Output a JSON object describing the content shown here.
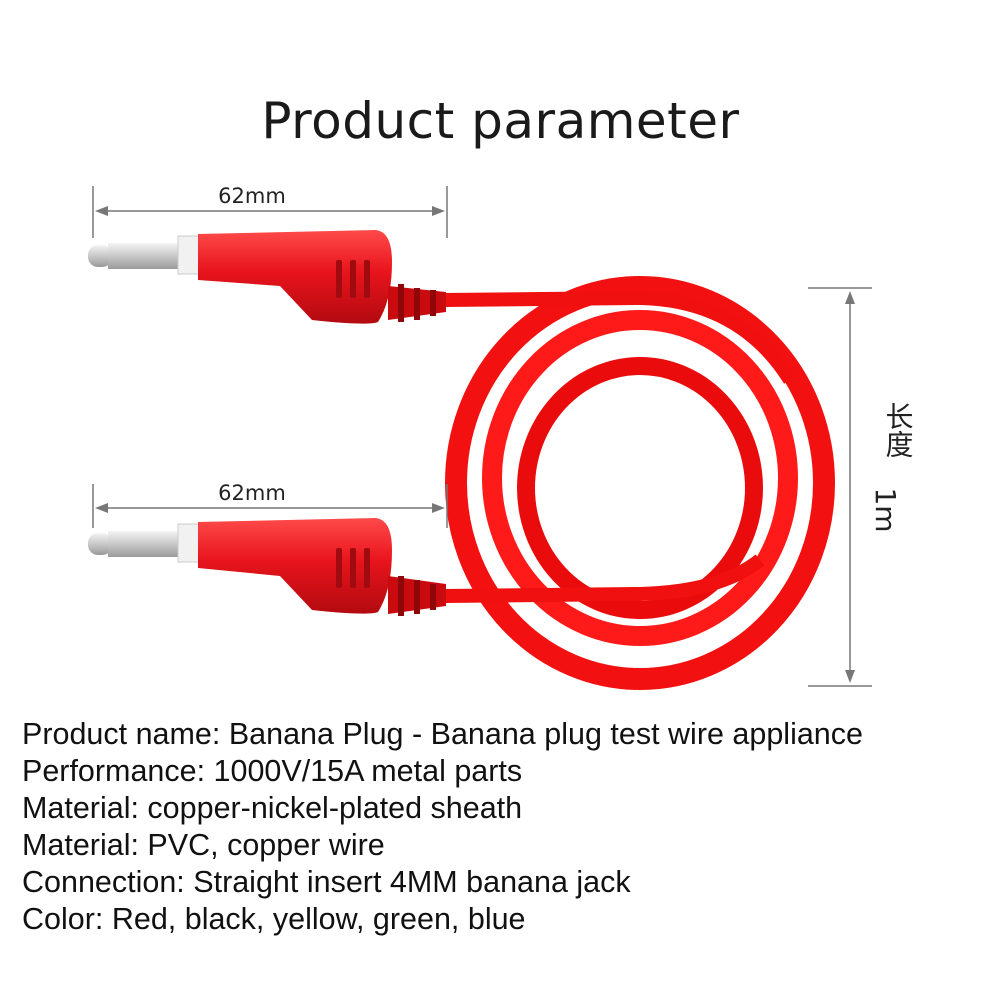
{
  "title": "Product parameter",
  "dimensions": {
    "plug_top_length": "62mm",
    "plug_bottom_length": "62mm",
    "cable_length_label_cn": "长度",
    "cable_length_value": "1m"
  },
  "colors": {
    "cable": "#f20a0a",
    "plug_body": "#e8141c",
    "tip_metal": "#d9d9d9",
    "insulator": "#f3f3f3",
    "dimension_line": "#777777"
  },
  "specs": [
    "Product name: Banana Plug - Banana plug test wire appliance",
    "Performance: 1000V/15A metal parts",
    "Material: copper-nickel-plated sheath",
    "Material: PVC, copper wire",
    "Connection: Straight insert 4MM banana jack",
    "Color: Red, black, yellow, green, blue"
  ]
}
